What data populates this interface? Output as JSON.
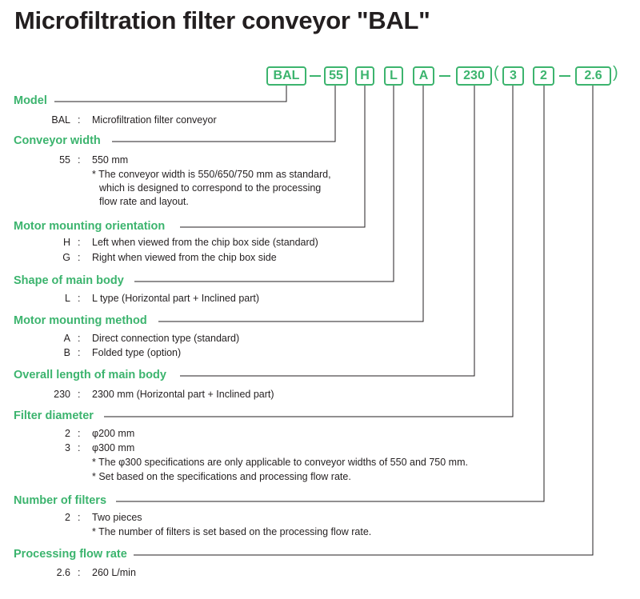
{
  "title": "Microfiltration filter conveyor \"BAL\"",
  "model_code": {
    "segments": [
      "BAL",
      "55",
      "H",
      "L",
      "A",
      "230",
      "3",
      "2",
      "2.6"
    ],
    "open_paren": "(",
    "close_paren": ")"
  },
  "colors": {
    "accent": "#3cb46e",
    "text": "#231f20"
  },
  "sections": [
    {
      "heading": "Model",
      "items": [
        {
          "code": "BAL",
          "sep": ":",
          "desc": "Microfiltration filter conveyor"
        }
      ],
      "notes": []
    },
    {
      "heading": "Conveyor width",
      "items": [
        {
          "code": "55",
          "sep": ":",
          "desc": "550 mm"
        }
      ],
      "notes": [
        "* The conveyor width is 550/650/750 mm as standard,",
        "which is designed to correspond to the processing",
        "flow rate and layout."
      ]
    },
    {
      "heading": "Motor mounting orientation",
      "items": [
        {
          "code": "H",
          "sep": ":",
          "desc": "Left when viewed from the chip box side (standard)"
        },
        {
          "code": "G",
          "sep": ":",
          "desc": "Right when viewed from the chip box side"
        }
      ],
      "notes": []
    },
    {
      "heading": "Shape of main body",
      "items": [
        {
          "code": "L",
          "sep": ":",
          "desc": "L type (Horizontal part + Inclined part)"
        }
      ],
      "notes": []
    },
    {
      "heading": "Motor mounting method",
      "items": [
        {
          "code": "A",
          "sep": ":",
          "desc": "Direct connection type (standard)"
        },
        {
          "code": "B",
          "sep": ":",
          "desc": "Folded type (option)"
        }
      ],
      "notes": []
    },
    {
      "heading": "Overall length of main body",
      "items": [
        {
          "code": "230",
          "sep": ":",
          "desc": "2300 mm (Horizontal part + Inclined part)"
        }
      ],
      "notes": []
    },
    {
      "heading": "Filter diameter",
      "items": [
        {
          "code": "2",
          "sep": ":",
          "desc": "φ200 mm"
        },
        {
          "code": "3",
          "sep": ":",
          "desc": "φ300 mm"
        }
      ],
      "notes": [
        "* The φ300 specifications are only applicable to conveyor widths of 550 and 750 mm.",
        "* Set based on the specifications and processing flow rate."
      ]
    },
    {
      "heading": "Number of filters",
      "items": [
        {
          "code": "2",
          "sep": ":",
          "desc": "Two pieces"
        }
      ],
      "notes": [
        "* The number of filters is set based on the processing flow rate."
      ]
    },
    {
      "heading": "Processing flow rate",
      "items": [
        {
          "code": "2.6",
          "sep": ":",
          "desc": "260 L/min"
        }
      ],
      "notes": []
    }
  ]
}
